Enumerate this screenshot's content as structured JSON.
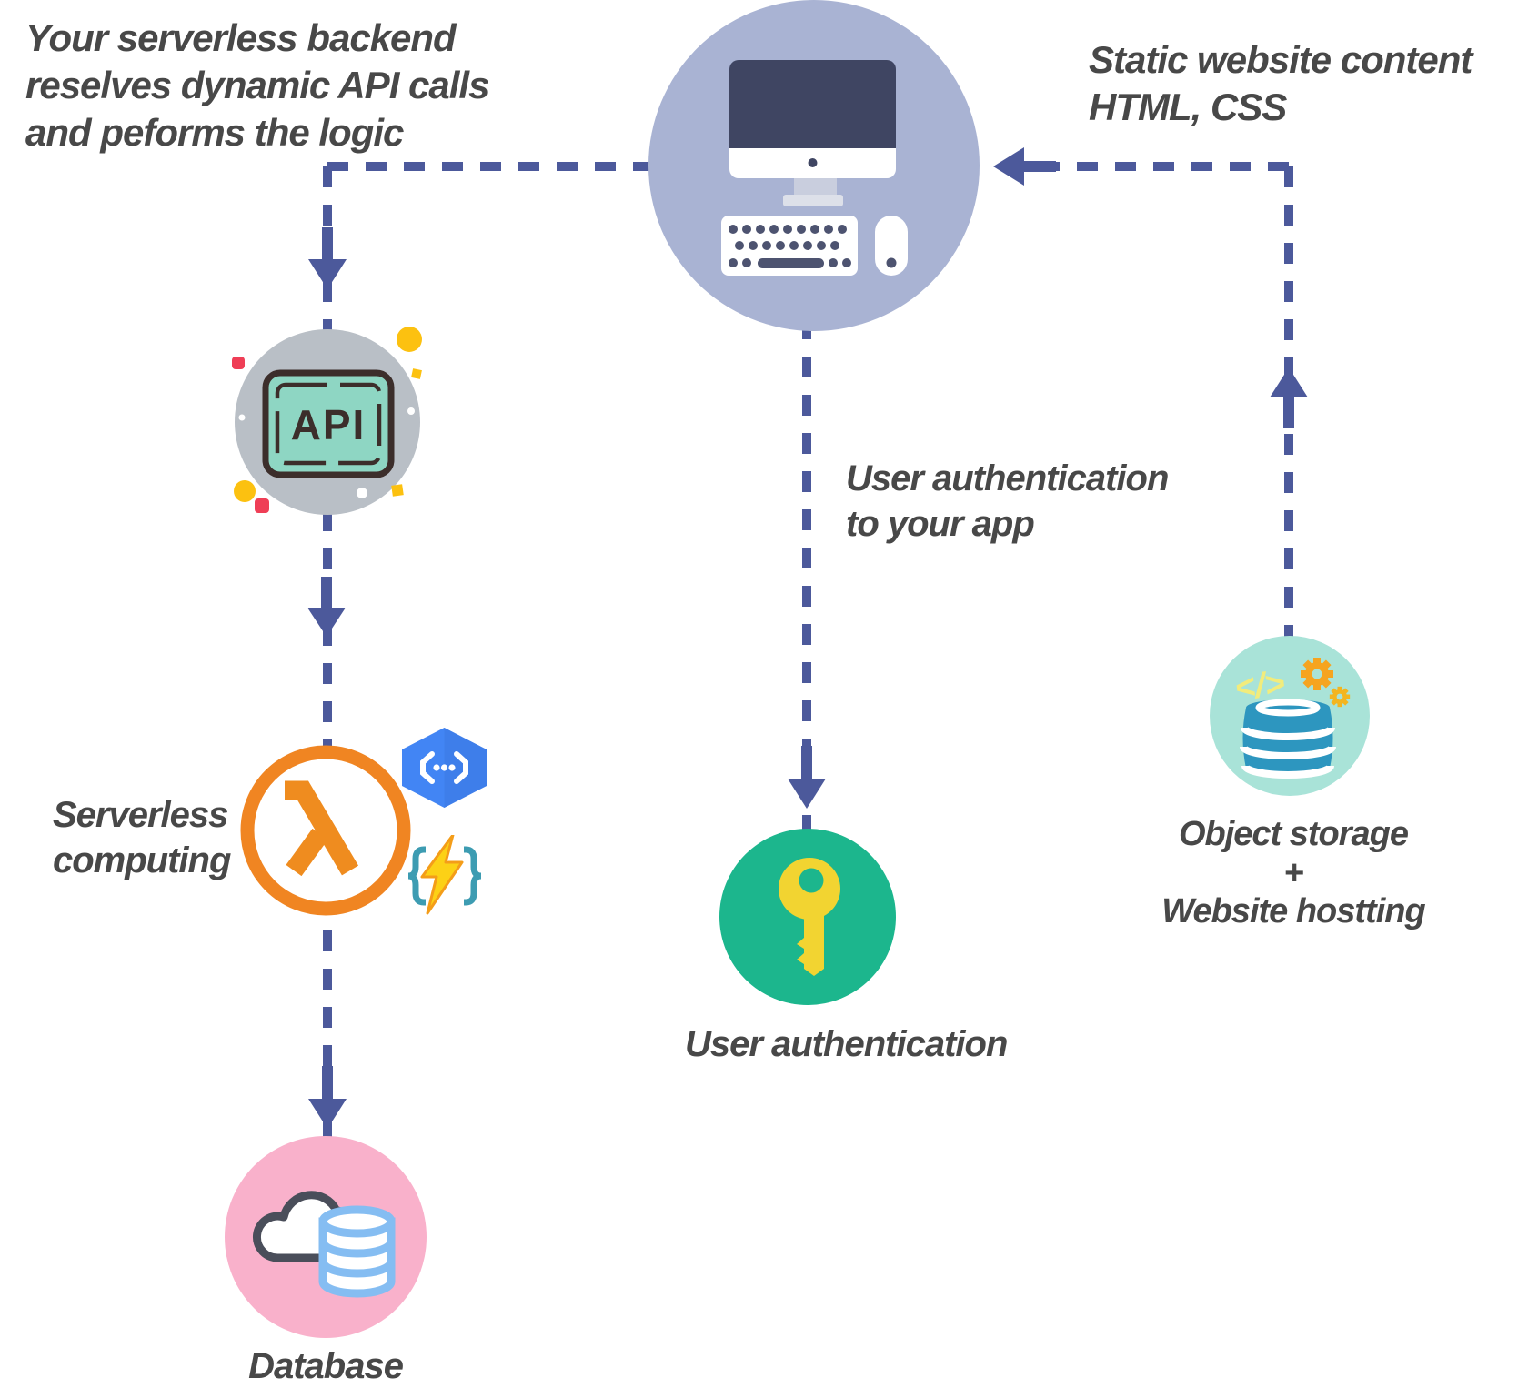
{
  "annotations": {
    "backend": {
      "lines": [
        "Your serverless backend",
        "reselves dynamic API calls",
        "and peforms the logic"
      ]
    },
    "static_content": {
      "lines": [
        "Static website content",
        "HTML, CSS"
      ]
    },
    "auth_flow": {
      "lines": [
        "User authentication",
        "to your app"
      ]
    }
  },
  "nodes": {
    "client": {
      "icon": "desktop-computer"
    },
    "api": {
      "icon": "api-chip",
      "chip_label": "API"
    },
    "serverless": {
      "icon": "aws-lambda",
      "label_lines": [
        "Serverless",
        "computing"
      ],
      "companion_icons": [
        "google-cloud-functions",
        "azure-functions"
      ]
    },
    "auth": {
      "icon": "key",
      "label": "User authentication"
    },
    "database": {
      "icon": "cloud-database",
      "label": "Database"
    },
    "storage": {
      "icon": "object-storage",
      "label_lines": [
        "Object storage",
        "+",
        "Website hostting"
      ]
    }
  },
  "colors": {
    "dash_line": "#4c599b",
    "text": "#484848",
    "client_circle": "#a9b3d3",
    "api_circle": "#b9bfc6",
    "api_chip_teal": "#8ed6c3",
    "lambda_orange": "#f08522",
    "gcf_blue": "#4285f4",
    "azure_bracket_teal": "#3d9cb2",
    "bolt_yellow": "#fcd116",
    "auth_green": "#1cb68d",
    "key_yellow": "#f2d431",
    "database_pink": "#f9b1cb",
    "db_cylinder_blue": "#85bdf2",
    "storage_mint": "#a9e3d8",
    "storage_cylinder_blue": "#2d96bf",
    "code_glyph_yellow": "#f2ec7c",
    "gear_orange": "#f6a41f"
  }
}
